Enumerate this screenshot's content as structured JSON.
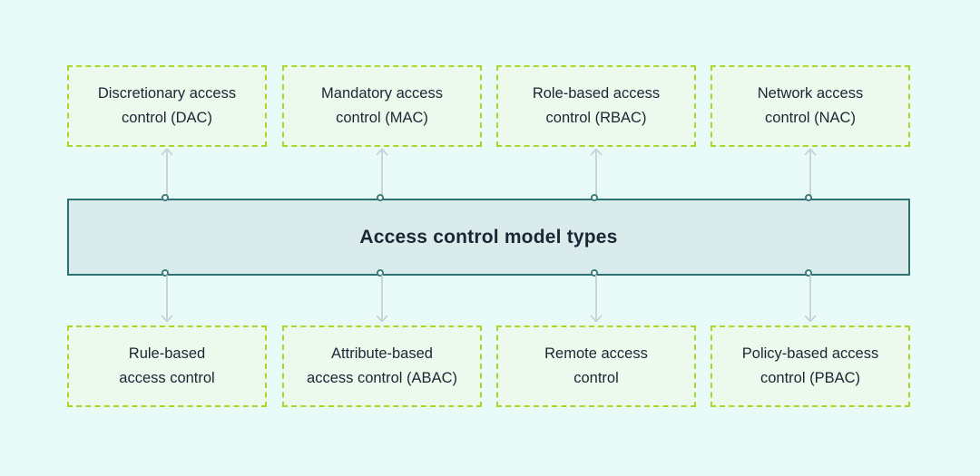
{
  "diagram": {
    "center": {
      "label": "Access control model types"
    },
    "top_row": [
      {
        "id": "dac",
        "lines": [
          "Discretionary access",
          "control (DAC)"
        ]
      },
      {
        "id": "mac",
        "lines": [
          "Mandatory access",
          "control (MAC)"
        ]
      },
      {
        "id": "rbac",
        "lines": [
          "Role-based access",
          "control (RBAC)"
        ]
      },
      {
        "id": "nac",
        "lines": [
          "Network access",
          "control (NAC)"
        ]
      }
    ],
    "bottom_row": [
      {
        "id": "rule-based",
        "lines": [
          "Rule-based",
          "access control"
        ]
      },
      {
        "id": "abac",
        "lines": [
          "Attribute-based",
          "access control (ABAC)"
        ]
      },
      {
        "id": "remote",
        "lines": [
          "Remote access",
          "control"
        ]
      },
      {
        "id": "pbac",
        "lines": [
          "Policy-based access",
          "control (PBAC)"
        ]
      }
    ]
  },
  "colors": {
    "background": "#e9fbf8",
    "node_fill": "#ecf9ec",
    "node_border": "#a6d826",
    "center_fill": "#d9eceb",
    "center_border": "#2e7170",
    "text": "#1a2634",
    "arrow": "#c3ccd3",
    "port_fill": "#ffffff",
    "port_border": "#3c7e7c"
  }
}
